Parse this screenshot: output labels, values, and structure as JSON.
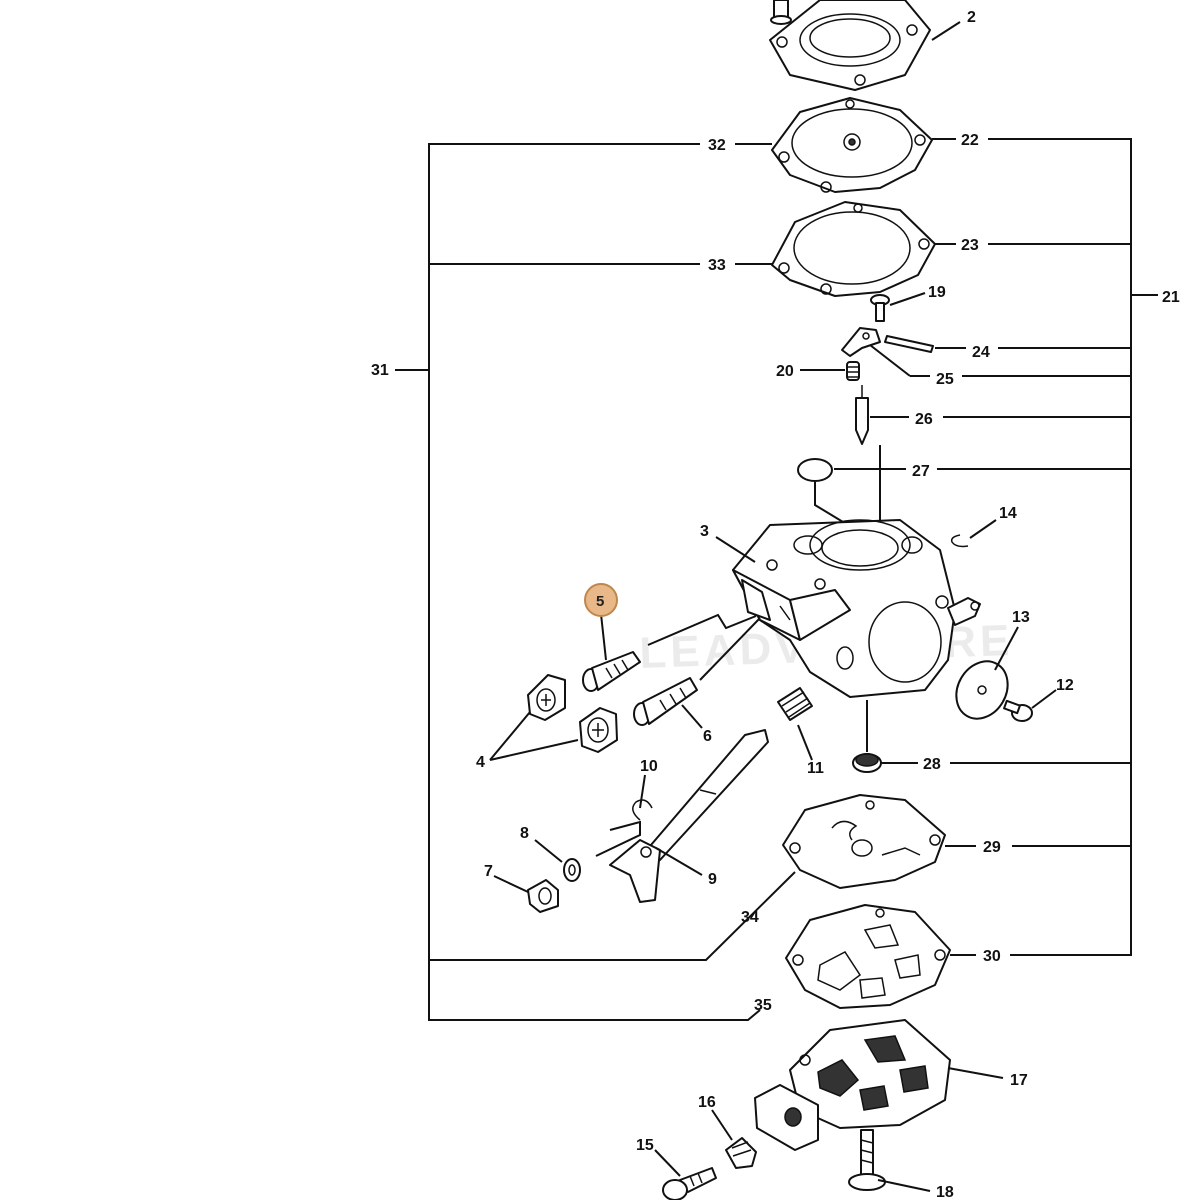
{
  "watermark": "LEADVENTURE",
  "highlight_color": "#e8b889",
  "highlighted_part": "5",
  "labels": {
    "l2": "2",
    "l3": "3",
    "l4": "4",
    "l5": "5",
    "l6": "6",
    "l7": "7",
    "l8": "8",
    "l9": "9",
    "l10": "10",
    "l11": "11",
    "l12": "12",
    "l13": "13",
    "l14": "14",
    "l15": "15",
    "l16": "16",
    "l17": "17",
    "l18": "18",
    "l19": "19",
    "l20": "20",
    "l21": "21",
    "l22": "22",
    "l23": "23",
    "l24": "24",
    "l25": "25",
    "l26": "26",
    "l27": "27",
    "l28": "28",
    "l29": "29",
    "l30": "30",
    "l31": "31",
    "l32": "32",
    "l33": "33",
    "l34": "34",
    "l35": "35"
  }
}
